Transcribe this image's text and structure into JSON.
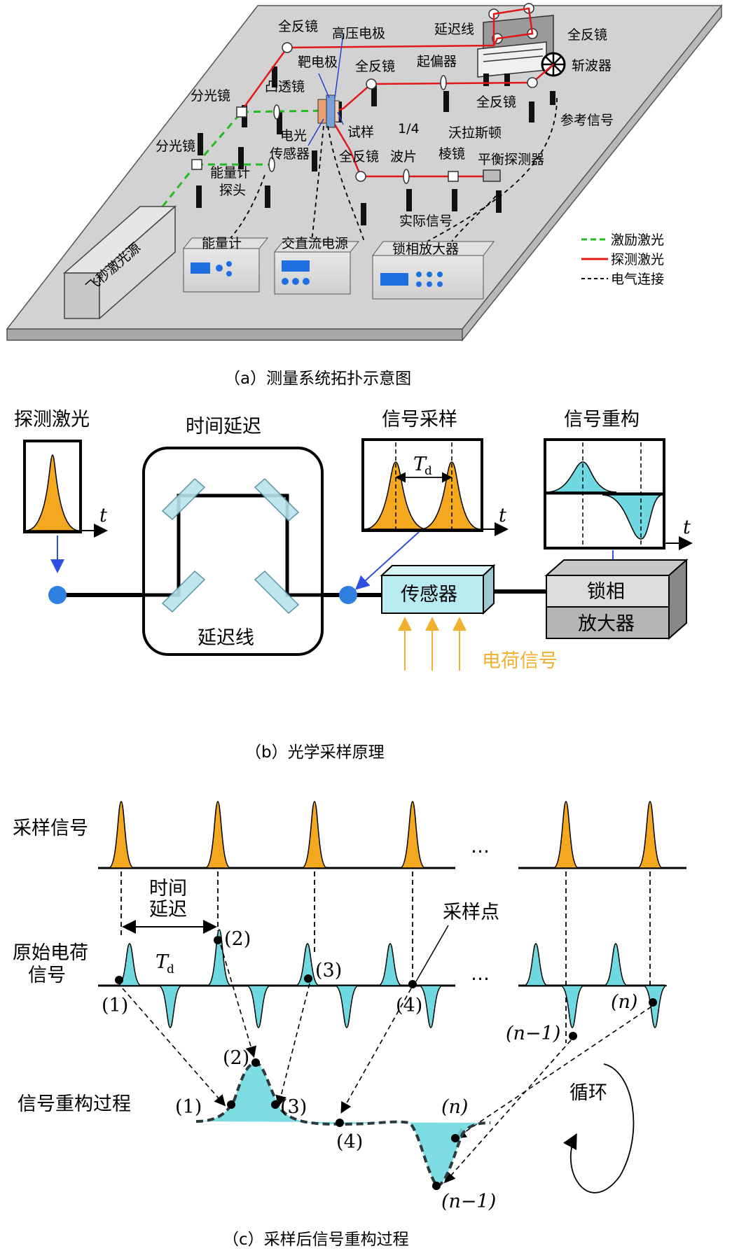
{
  "panel_a": {
    "caption": "（a）测量系统拓扑示意图",
    "labels": {
      "mirror_top": "全反镜",
      "hv_electrode": "高压电极",
      "delay_line": "延迟线",
      "mirror_topright": "全反镜",
      "target_electrode": "靶电极",
      "mirror_mid": "全反镜",
      "polarizer": "起偏器",
      "chopper": "斩波器",
      "beam_splitter_1": "分光镜",
      "convex_lens": "凸透镜",
      "mirror_right": "全反镜",
      "reference_signal": "参考信号",
      "sample": "试样",
      "quarter": "1/4",
      "wollaston": "沃拉斯顿",
      "beam_splitter_2": "分光镜",
      "eo_sensor_1": "电光",
      "eo_sensor_2": "传感器",
      "mirror_low": "全反镜",
      "waveplate": "波片",
      "prism": "棱镜",
      "balance_detector": "平衡探测器",
      "energy_probe_1": "能量计",
      "energy_probe_2": "探头",
      "actual_signal": "实际信号",
      "energy_meter": "能量计",
      "acdc_supply": "交直流电源",
      "lockin_amp": "锁相放大器",
      "fs_laser": "飞秒激光源"
    },
    "legend": [
      {
        "label": "激励激光",
        "color": "#22bb22"
      },
      {
        "label": "探测激光",
        "color": "#e01818"
      },
      {
        "label": "电气连接",
        "color": "#000000"
      }
    ]
  },
  "panel_b": {
    "caption": "（b）光学采样原理",
    "probe_laser": "探测激光",
    "time_delay": "时间延迟",
    "delay_line": "延迟线",
    "signal_sampling": "信号采样",
    "signal_reconstruction": "信号重构",
    "sensor": "传感器",
    "lockin_1": "锁相",
    "lockin_2": "放大器",
    "charge_signal": "电荷信号",
    "t_axis": "t",
    "td_main": "T",
    "td_sub": "d",
    "colors": {
      "orange": "#f4a820",
      "cyan": "#70d8e0",
      "blue_dot": "#2f7fe0",
      "arrow_orange": "#f0b030"
    }
  },
  "panel_c": {
    "caption": "（c）采样后信号重构过程",
    "sampling_signal": "采样信号",
    "time_delay_1": "时间",
    "time_delay_2": "延迟",
    "sampling_point": "采样点",
    "original_charge_1": "原始电荷",
    "original_charge_2": "信号",
    "reconstruction": "信号重构过程",
    "cycle": "循环",
    "ellipsis": "…",
    "td_main": "T",
    "td_sub": "d",
    "markers": {
      "m1": "(1)",
      "m2": "(2)",
      "m3": "(3)",
      "m4": "(4)",
      "mn1": "(n−1)",
      "mn": "(n)"
    }
  }
}
